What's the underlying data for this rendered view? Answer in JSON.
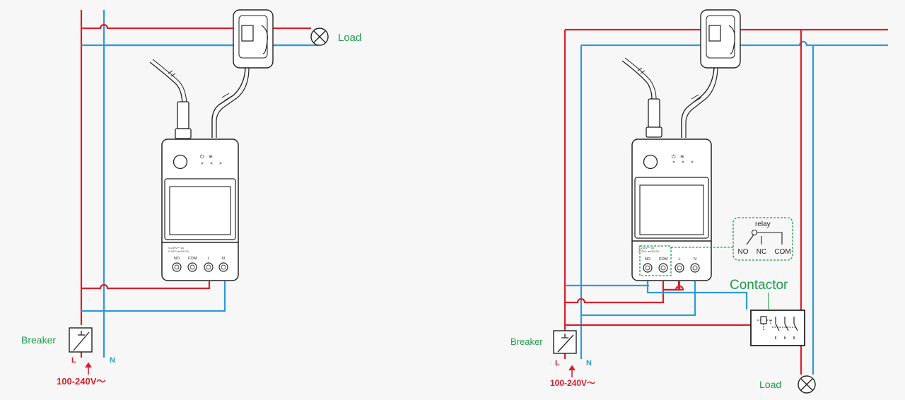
{
  "left": {
    "load_label": "Load",
    "breaker_label": "Breaker",
    "l_label": "L",
    "n_label": "N",
    "voltage_label": "100-240V～",
    "terminals": [
      "NO",
      "COM",
      "L",
      "N"
    ]
  },
  "right": {
    "load_label": "Load",
    "breaker_label": "Breaker",
    "l_label": "L",
    "n_label": "N",
    "voltage_label": "100-240V～",
    "contactor_label": "Contactor",
    "relay_label": "relay",
    "relay_terminals": [
      "NO",
      "NC",
      "COM"
    ],
    "terminals": [
      "NO",
      "COM",
      "L",
      "N"
    ]
  },
  "colors": {
    "live": "#d6202c",
    "neutral": "#2e9ad6",
    "annotation": "#1f9b4a"
  }
}
